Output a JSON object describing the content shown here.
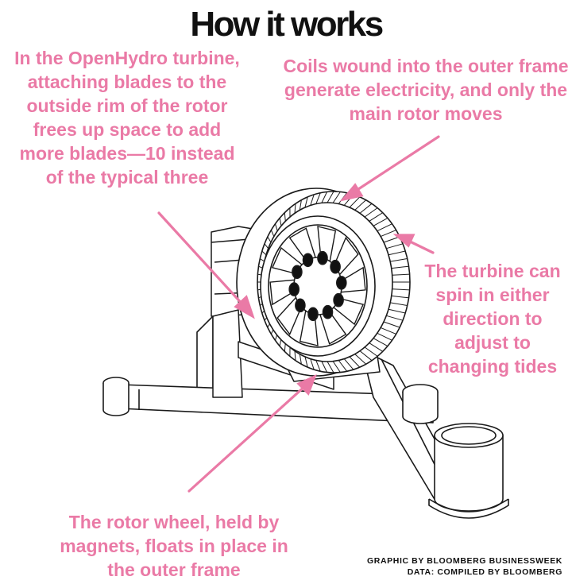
{
  "title": "How it works",
  "annotations": {
    "left": "In the OpenHydro turbine, attaching blades to the outside rim of the rotor frees up space to add more blades—10 instead of the typical three",
    "top": "Coils wound into the outer frame generate electricity, and only the main rotor moves",
    "right": "The turbine can spin in either direction to adjust to changing tides",
    "bottom": "The rotor wheel, held by magnets, floats in place in the outer frame"
  },
  "credits": {
    "graphic": "GRAPHIC BY BLOOMBERG BUSINESSWEEK",
    "data": "DATA: COMPILED BY BLOOMBERG"
  },
  "colors": {
    "accent": "#ea7aa6",
    "title": "#111111",
    "line": "#1a1a1a"
  }
}
